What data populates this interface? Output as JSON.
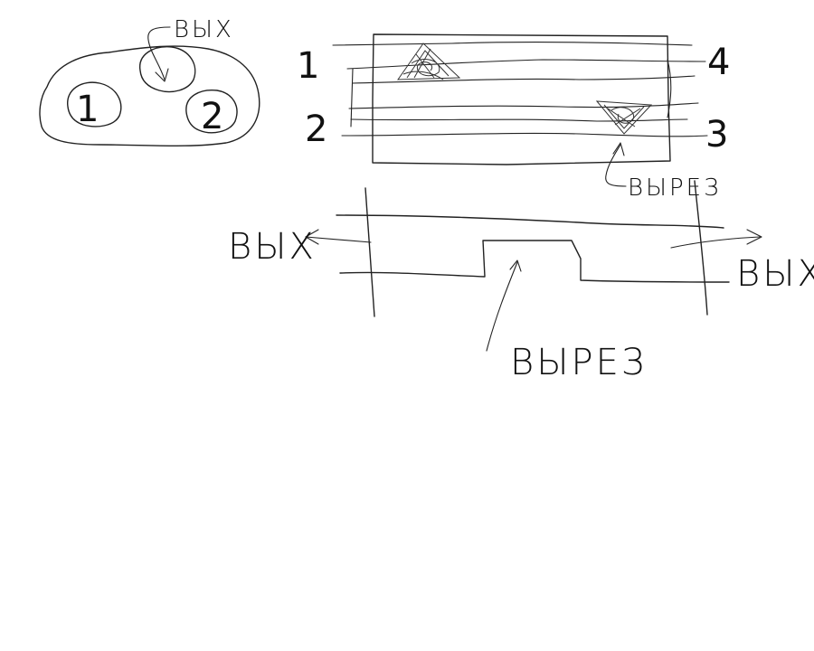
{
  "top_view": {
    "outlet_label": "ВЫХ",
    "hole_1_label": "1",
    "hole_2_label": "2"
  },
  "plate_view": {
    "line_labels": [
      "1",
      "2",
      "3",
      "4"
    ],
    "cutout_label": "ВЫРЕЗ"
  },
  "section_view": {
    "outlet_left_label": "ВЫХ",
    "outlet_right_label": "ВЫХ",
    "cutout_label": "ВЫРЕЗ"
  },
  "colors": {
    "ink": "#222222",
    "background": "#ffffff"
  }
}
